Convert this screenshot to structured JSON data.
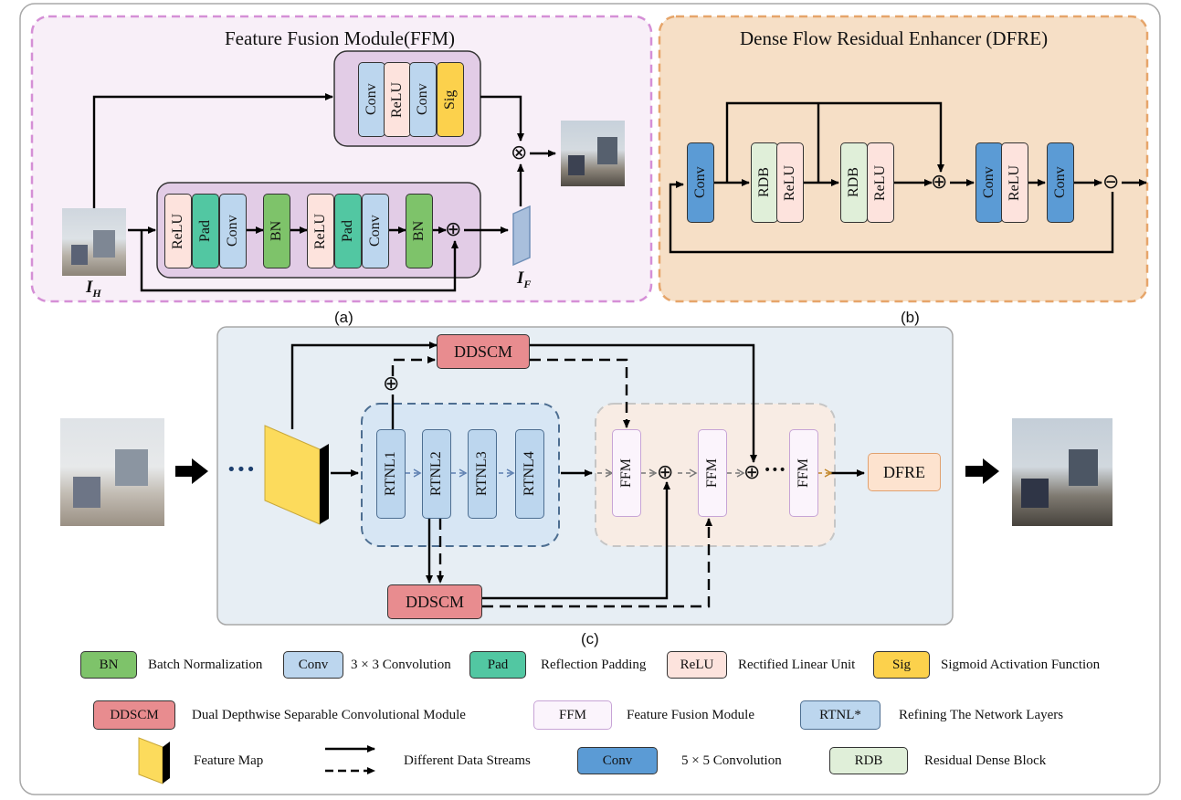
{
  "panel_a": {
    "title": "Feature Fusion Module(FFM)",
    "caption": "(a)",
    "input_label_main": "I",
    "input_label_sub": "H",
    "feature_label_main": "I",
    "feature_label_sub": "F",
    "attention_branch": [
      "Conv",
      "ReLU",
      "Conv",
      "Sig"
    ],
    "residual_branch": [
      "ReLU",
      "Pad",
      "Conv",
      "BN",
      "ReLU",
      "Pad",
      "Conv",
      "BN"
    ]
  },
  "panel_b": {
    "title": "Dense Flow Residual Enhancer (DFRE)",
    "caption": "(b)",
    "blocks": [
      "Conv",
      "RDB",
      "ReLU",
      "RDB",
      "ReLU",
      "Conv",
      "ReLU",
      "Conv"
    ]
  },
  "panel_c": {
    "caption": "(c)",
    "ellipsis": "•••",
    "ddscm_top": "DDSCM",
    "ddscm_bottom": "DDSCM",
    "rtnl": [
      "RTNL1",
      "RTNL2",
      "RTNL3",
      "RTNL4"
    ],
    "ffm": [
      "FFM",
      "FFM",
      "FFM"
    ],
    "dfre": "DFRE"
  },
  "symbols": {
    "add": "⊕",
    "multiply": "⊗",
    "subtract": "⊖"
  },
  "legend": {
    "row1": [
      {
        "tag": "BN",
        "text": "Batch Normalization"
      },
      {
        "tag": "Conv",
        "text": "3 × 3 Convolution"
      },
      {
        "tag": "Pad",
        "text": "Reflection Padding"
      },
      {
        "tag": "ReLU",
        "text": "Rectified Linear Unit"
      },
      {
        "tag": "Sig",
        "text": "Sigmoid Activation Function"
      }
    ],
    "row2": [
      {
        "tag": "DDSCM",
        "text": "Dual Depthwise Separable Convolutional Module"
      },
      {
        "tag": "FFM",
        "text": "Feature Fusion Module"
      },
      {
        "tag": "RTNL*",
        "text": "Refining The Network Layers"
      }
    ],
    "row3": [
      {
        "tag": "",
        "text": "Feature Map"
      },
      {
        "tag": "",
        "text": "Different Data Streams"
      },
      {
        "tag": "Conv",
        "text": "5 × 5 Convolution"
      },
      {
        "tag": "RDB",
        "text": "Residual Dense Block"
      }
    ]
  },
  "colors": {
    "ffm_panel_bg": "#f8eff8",
    "ffm_panel_border": "#d58fd6",
    "dfre_panel_bg": "#f6dfc6",
    "dfre_panel_border": "#e6a56a",
    "main_panel_bg": "#e7eef4",
    "rtnl_group_bg": "#d7e6f4",
    "ffm_group_bg": "#f8ece4",
    "relu": "#fde3dd",
    "pad": "#52c7a2",
    "conv": "#bcd6ee",
    "bn": "#7ec36a",
    "sig": "#fcd14c",
    "conv5": "#5b9bd5",
    "rdb": "#e0efd9",
    "ddscm": "#e88c8f",
    "dfre": "#fde3cf",
    "feature_map": "#fcdb5c"
  }
}
